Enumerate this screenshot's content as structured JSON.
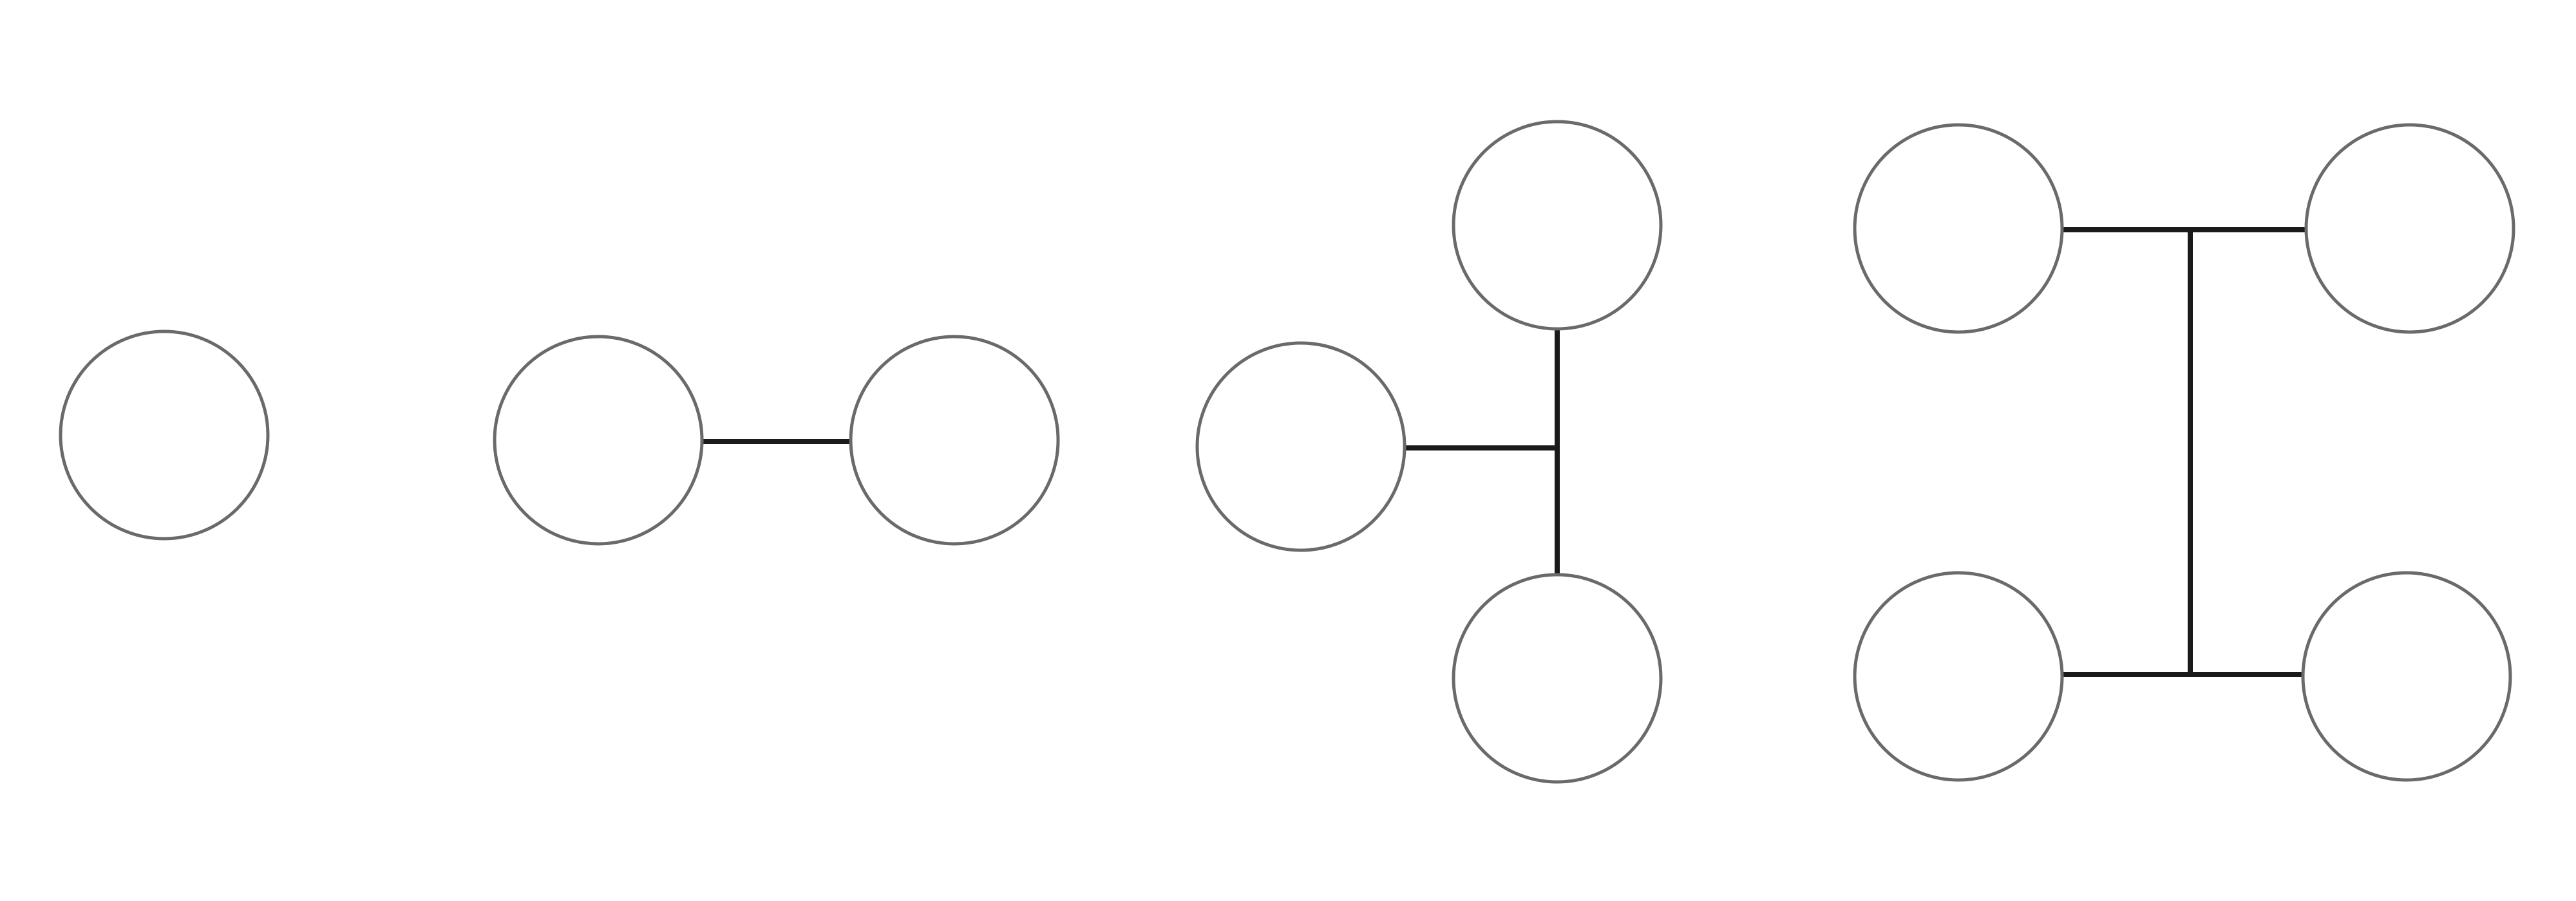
{
  "diagram": {
    "groups": [
      {
        "name": "single-node",
        "node_count": 1,
        "edge_count": 0
      },
      {
        "name": "two-node-chain",
        "node_count": 2,
        "edge_count": 1
      },
      {
        "name": "three-node-tee",
        "node_count": 3,
        "edge_count": 3
      },
      {
        "name": "four-node-h",
        "node_count": 4,
        "edge_count": 5
      }
    ],
    "colors": {
      "node_stroke": "#6a6a6a",
      "edge": "#1a1a1a",
      "background": "#ffffff"
    }
  }
}
